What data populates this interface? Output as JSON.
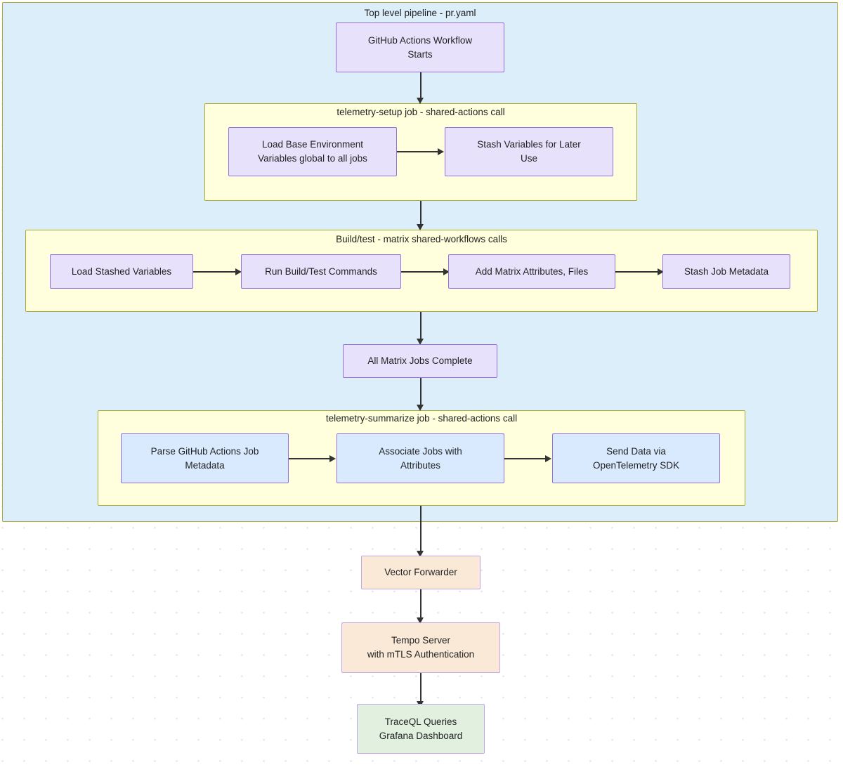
{
  "diagram": {
    "title": "CI telemetry pipeline flowchart",
    "direction": "top-down"
  },
  "clusters": [
    {
      "id": "top_pipeline",
      "label": "Top level pipeline - pr.yaml",
      "fill": "#ddeefb",
      "stroke": "#aaaa33"
    },
    {
      "id": "telemetry_setup",
      "label": "telemetry-setup job - shared-actions call",
      "fill": "#ffffdd",
      "stroke": "#aaaa33"
    },
    {
      "id": "build_test",
      "label": "Build/test - matrix shared-workflows calls",
      "fill": "#ffffdd",
      "stroke": "#aaaa33"
    },
    {
      "id": "telemetry_summarize",
      "label": "telemetry-summarize job - shared-actions call",
      "fill": "#ffffdd",
      "stroke": "#aaaa33"
    }
  ],
  "nodes": {
    "workflow_start": {
      "label": "GitHub Actions Workflow\nStarts",
      "fill": "#e8e1fb",
      "stroke": "#9370db"
    },
    "load_base_env": {
      "label": "Load Base Environment\nVariables global to all jobs",
      "fill": "#e8e1fb",
      "stroke": "#9370db"
    },
    "stash_variables": {
      "label": "Stash Variables for Later\nUse",
      "fill": "#e8e1fb",
      "stroke": "#9370db"
    },
    "load_stashed_vars": {
      "label": "Load Stashed Variables",
      "fill": "#e8e1fb",
      "stroke": "#9370db"
    },
    "run_build_test": {
      "label": "Run Build/Test Commands",
      "fill": "#e8e1fb",
      "stroke": "#9370db"
    },
    "add_matrix_attrs": {
      "label": "Add Matrix Attributes, Files",
      "fill": "#e8e1fb",
      "stroke": "#9370db"
    },
    "stash_job_metadata": {
      "label": "Stash Job Metadata",
      "fill": "#e8e1fb",
      "stroke": "#9370db"
    },
    "all_matrix_complete": {
      "label": "All Matrix Jobs Complete",
      "fill": "#e8e1fb",
      "stroke": "#9370db"
    },
    "parse_job_metadata": {
      "label": "Parse GitHub Actions Job\nMetadata",
      "fill": "#d9eaff",
      "stroke": "#9370db"
    },
    "associate_jobs": {
      "label": "Associate Jobs with\nAttributes",
      "fill": "#d9eaff",
      "stroke": "#9370db"
    },
    "send_data_otel": {
      "label": "Send Data via\nOpenTelemetry SDK",
      "fill": "#d9eaff",
      "stroke": "#9370db"
    },
    "vector_forwarder": {
      "label": "Vector Forwarder",
      "fill": "#fbe9d7",
      "stroke": "#c3a6e8"
    },
    "tempo_server": {
      "label": "Tempo Server\nwith mTLS Authentication",
      "fill": "#fbe9d7",
      "stroke": "#c3a6e8"
    },
    "grafana_dashboard": {
      "label": "TraceQL Queries\nGrafana Dashboard",
      "fill": "#e2f0e0",
      "stroke": "#c3a6e8"
    }
  },
  "edges": [
    {
      "from": "workflow_start",
      "to": "load_base_env_cluster"
    },
    {
      "from": "load_base_env",
      "to": "stash_variables"
    },
    {
      "from": "telemetry_setup",
      "to": "build_test"
    },
    {
      "from": "load_stashed_vars",
      "to": "run_build_test"
    },
    {
      "from": "run_build_test",
      "to": "add_matrix_attrs"
    },
    {
      "from": "add_matrix_attrs",
      "to": "stash_job_metadata"
    },
    {
      "from": "build_test",
      "to": "all_matrix_complete"
    },
    {
      "from": "all_matrix_complete",
      "to": "telemetry_summarize"
    },
    {
      "from": "parse_job_metadata",
      "to": "associate_jobs"
    },
    {
      "from": "associate_jobs",
      "to": "send_data_otel"
    },
    {
      "from": "telemetry_summarize",
      "to": "vector_forwarder"
    },
    {
      "from": "vector_forwarder",
      "to": "tempo_server"
    },
    {
      "from": "tempo_server",
      "to": "grafana_dashboard"
    }
  ],
  "theme": {
    "edge_color": "#333333",
    "text_color": "#1f2020",
    "page_background": "#ffffff",
    "grid_dot_color": "#e8e8e8"
  }
}
